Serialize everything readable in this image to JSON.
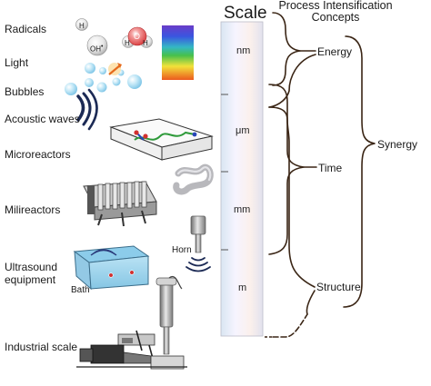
{
  "left_labels": {
    "radicals": "Radicals",
    "light": "Light",
    "bubbles": "Bubbles",
    "acoustic": "Acoustic waves",
    "microreactors": "Microreactors",
    "milireactors": "Milireactors",
    "ultrasound_l1": "Ultrasound",
    "ultrasound_l2": "equipment",
    "industrial": "Industrial scale"
  },
  "annotations": {
    "horn": "Horn",
    "bath": "Bath"
  },
  "molecules": {
    "h": "H",
    "oh": "OH",
    "oh_sup": "•",
    "o": "O",
    "h_left": "H",
    "h_right": "H"
  },
  "scale": {
    "title": "Scale",
    "ticks": [
      "nm",
      "μm",
      "mm",
      "m"
    ]
  },
  "header": {
    "line1": "Process Intensification",
    "line2": "Concepts"
  },
  "concepts": [
    "Energy",
    "Time",
    "Structure"
  ],
  "synergy": "Synergy",
  "colors": {
    "bracket": "#3a2515",
    "text": "#1a1a1a",
    "acoustic_wave": "#1c2a55",
    "bubble": "#9cd4ec",
    "bath_water": "#a9d8ef"
  }
}
